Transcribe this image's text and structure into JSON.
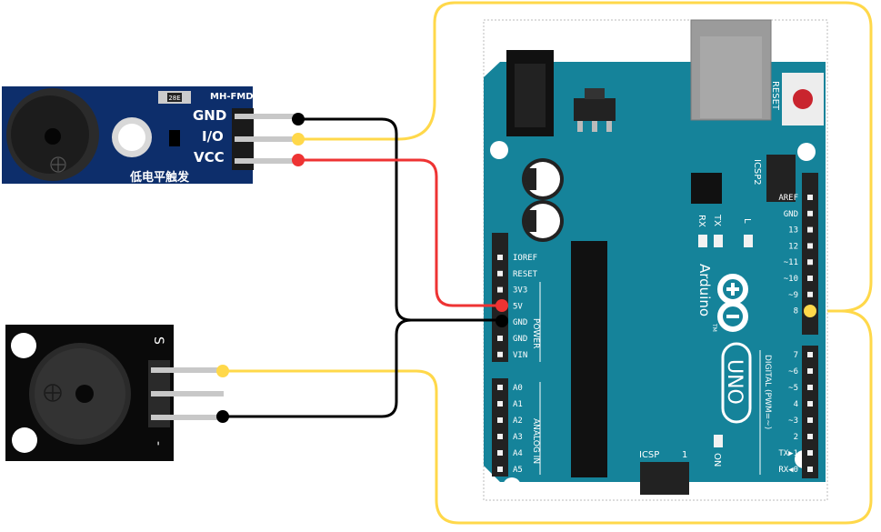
{
  "module1": {
    "model": "MH-FMD",
    "pins": [
      "GND",
      "I/O",
      "VCC"
    ],
    "caption": "低电平触发",
    "resistor": "28E",
    "color": "#0d2e6b"
  },
  "module2": {
    "label_s": "S",
    "label_minus": "-",
    "color": "#111111"
  },
  "board": {
    "name": "Arduino",
    "tm": "TM",
    "model": "UNO",
    "reset": "RESET",
    "icsp2": "ICSP2",
    "icsp": "ICSP",
    "icsp_one": "1",
    "led_rx": "RX",
    "led_tx": "TX",
    "led_l": "L",
    "led_on": "ON",
    "power_group": "POWER",
    "analog_group": "ANALOG IN",
    "digital_group": "DIGITAL (PWM=~)",
    "power_pins": [
      "IOREF",
      "RESET",
      "3V3",
      "5V",
      "GND",
      "GND",
      "VIN"
    ],
    "analog_pins": [
      "A0",
      "A1",
      "A2",
      "A3",
      "A4",
      "A5"
    ],
    "digital_upper": [
      "AREF",
      "GND",
      "13",
      "12",
      "~11",
      "~10",
      "~9",
      "8"
    ],
    "digital_lower": [
      "7",
      "~6",
      "~5",
      "4",
      "~3",
      "2",
      "TX▶1",
      "RX◀0"
    ],
    "color": "#15839a"
  },
  "wire_colors": {
    "gnd": "#000000",
    "signal": "#ffd84a",
    "vcc": "#ee3333",
    "outline": "#ffd84a"
  }
}
